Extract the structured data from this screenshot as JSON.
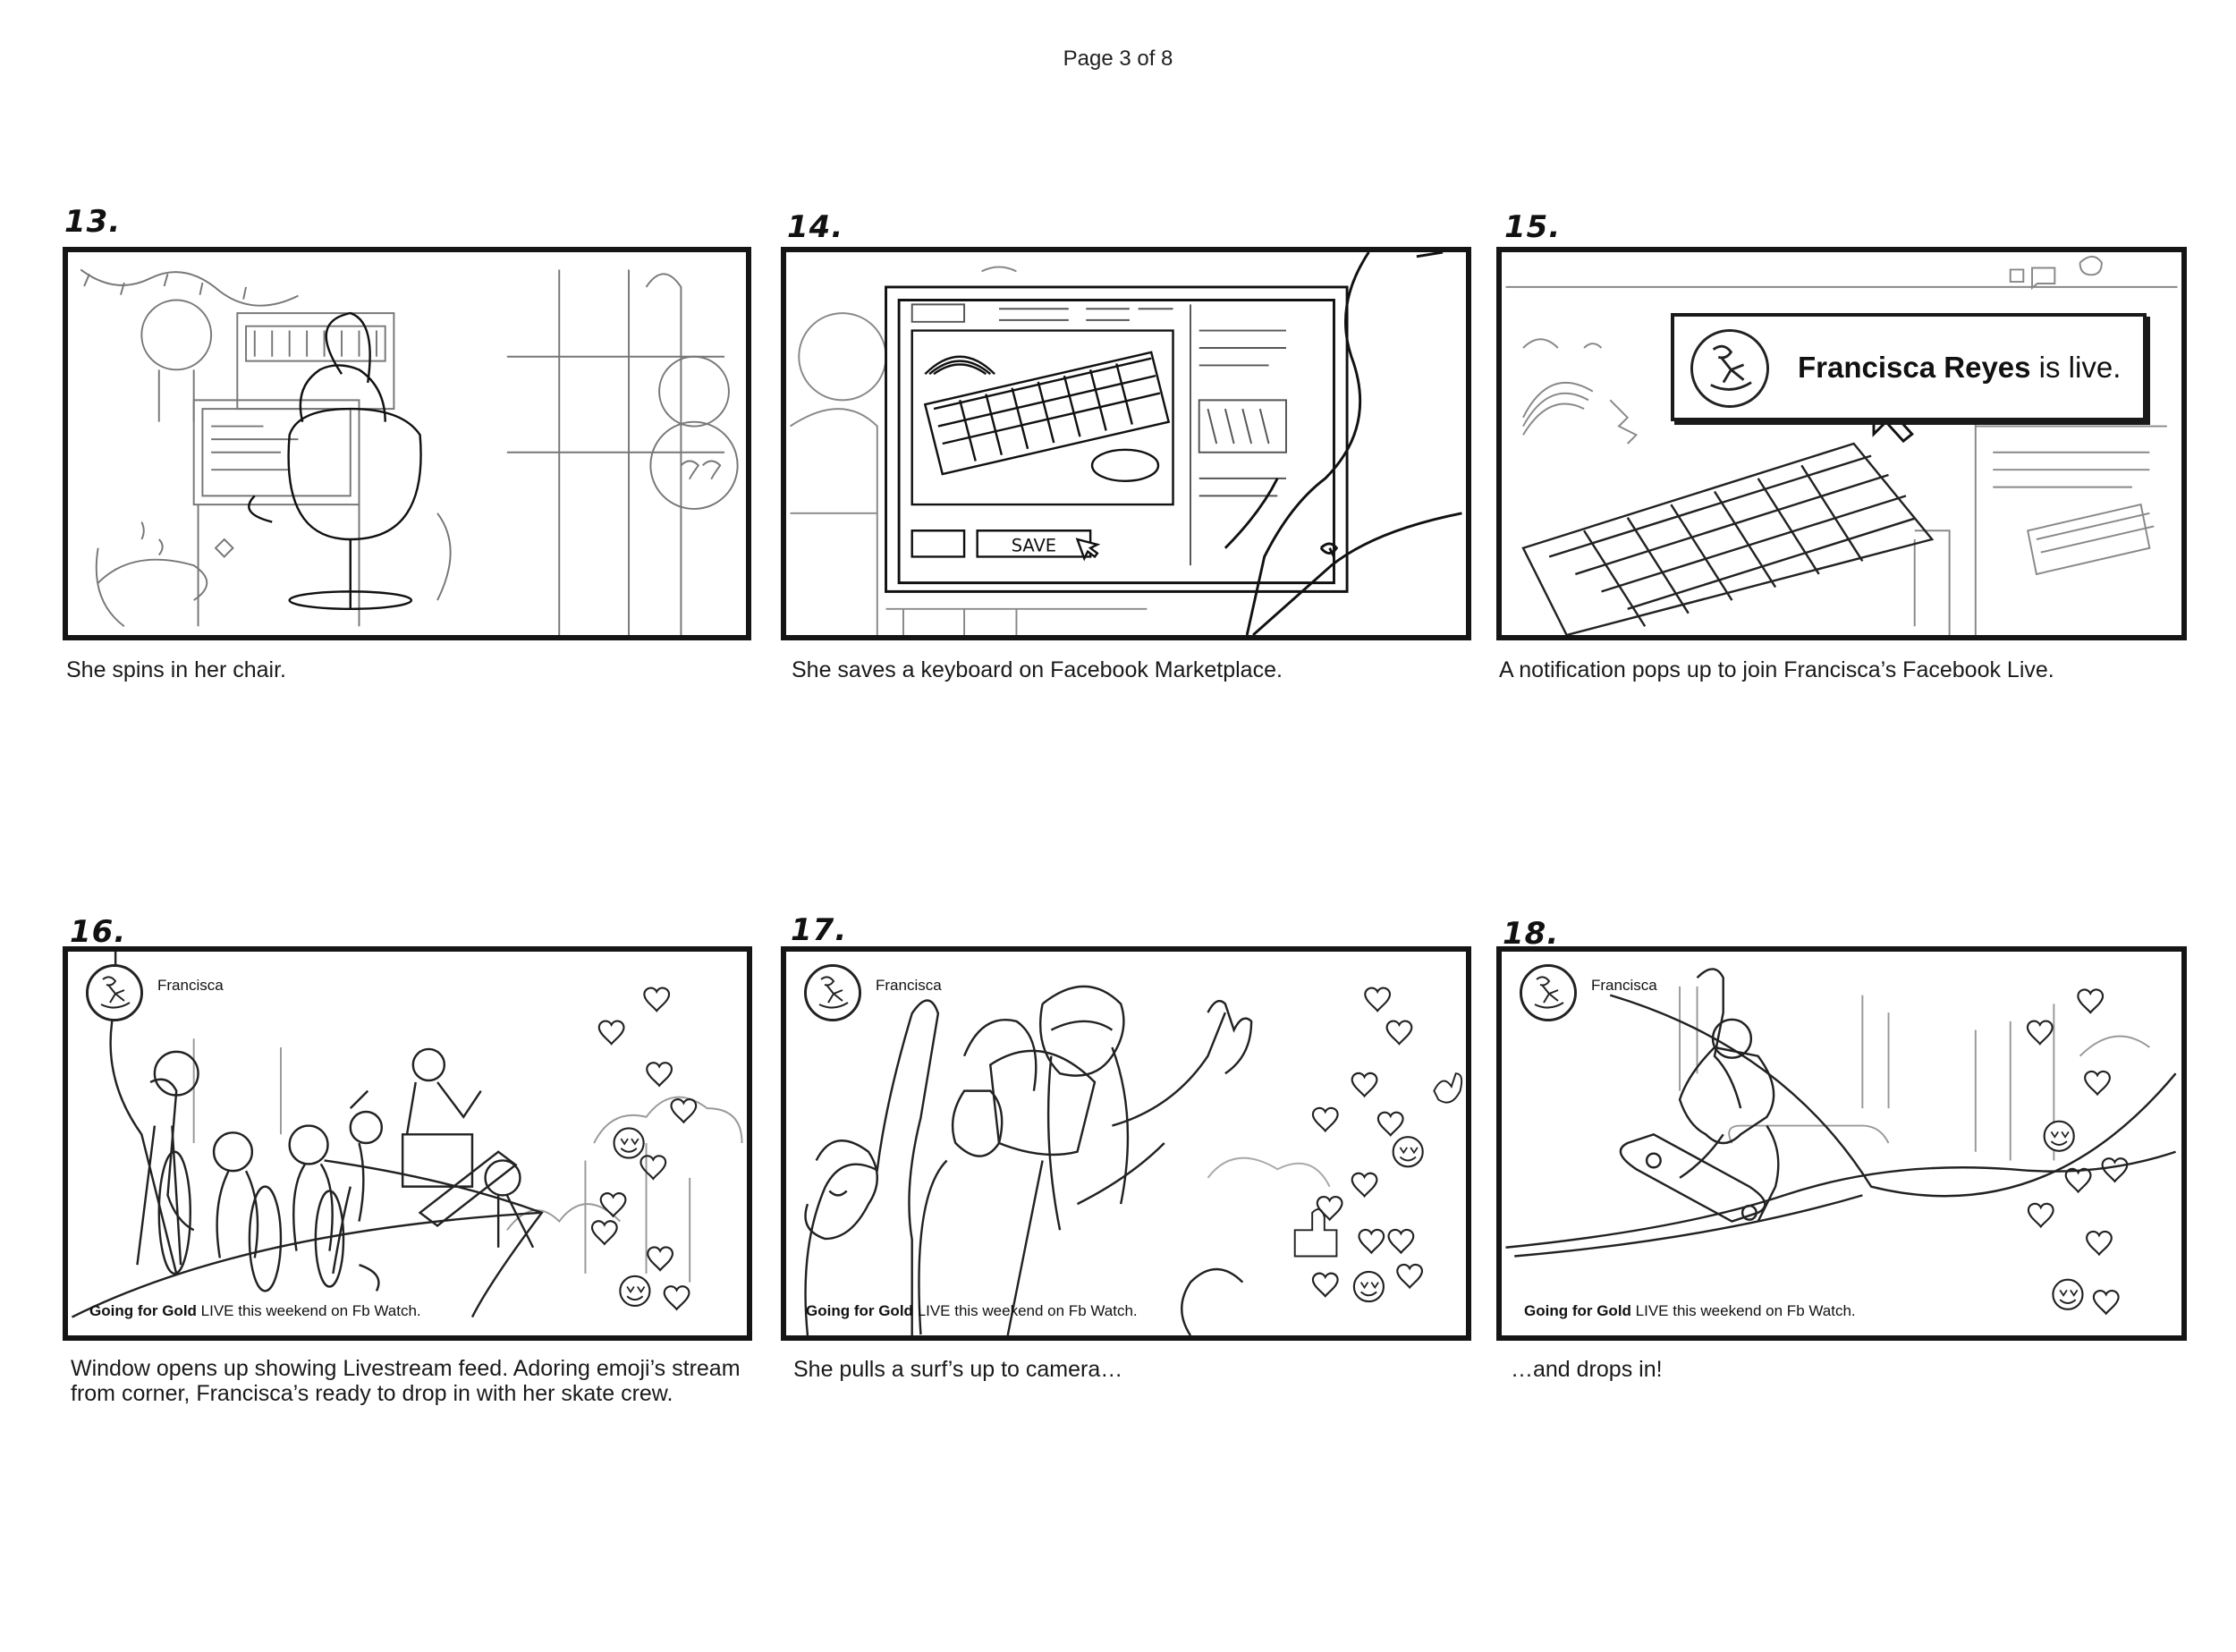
{
  "page_label": "Page 3 of 8",
  "panels": [
    {
      "number": "13.",
      "caption": "She spins in her chair."
    },
    {
      "number": "14.",
      "caption": "She saves a keyboard on Facebook Marketplace.",
      "save_label": "SAVE"
    },
    {
      "number": "15.",
      "caption": "A notification pops up to join Francisca’s Facebook Live.",
      "notification": {
        "name": "Francisca Reyes",
        "suffix": " is live."
      }
    },
    {
      "number": "16.",
      "caption": "Window opens up showing Livestream feed. Adoring emoji’s stream from corner, Francisca’s ready to drop in with her skate crew.",
      "live_name": "Francisca",
      "banner_bold": "Going for Gold",
      "banner_rest": " LIVE this weekend on Fb Watch."
    },
    {
      "number": "17.",
      "caption": "She pulls a surf’s up to camera…",
      "live_name": "Francisca",
      "banner_bold": "Going for Gold",
      "banner_rest": " LIVE this weekend on Fb Watch."
    },
    {
      "number": "18.",
      "caption": "…and drops in!",
      "live_name": "Francisca",
      "banner_bold": "Going for Gold",
      "banner_rest": " LIVE this weekend on Fb Watch."
    }
  ]
}
